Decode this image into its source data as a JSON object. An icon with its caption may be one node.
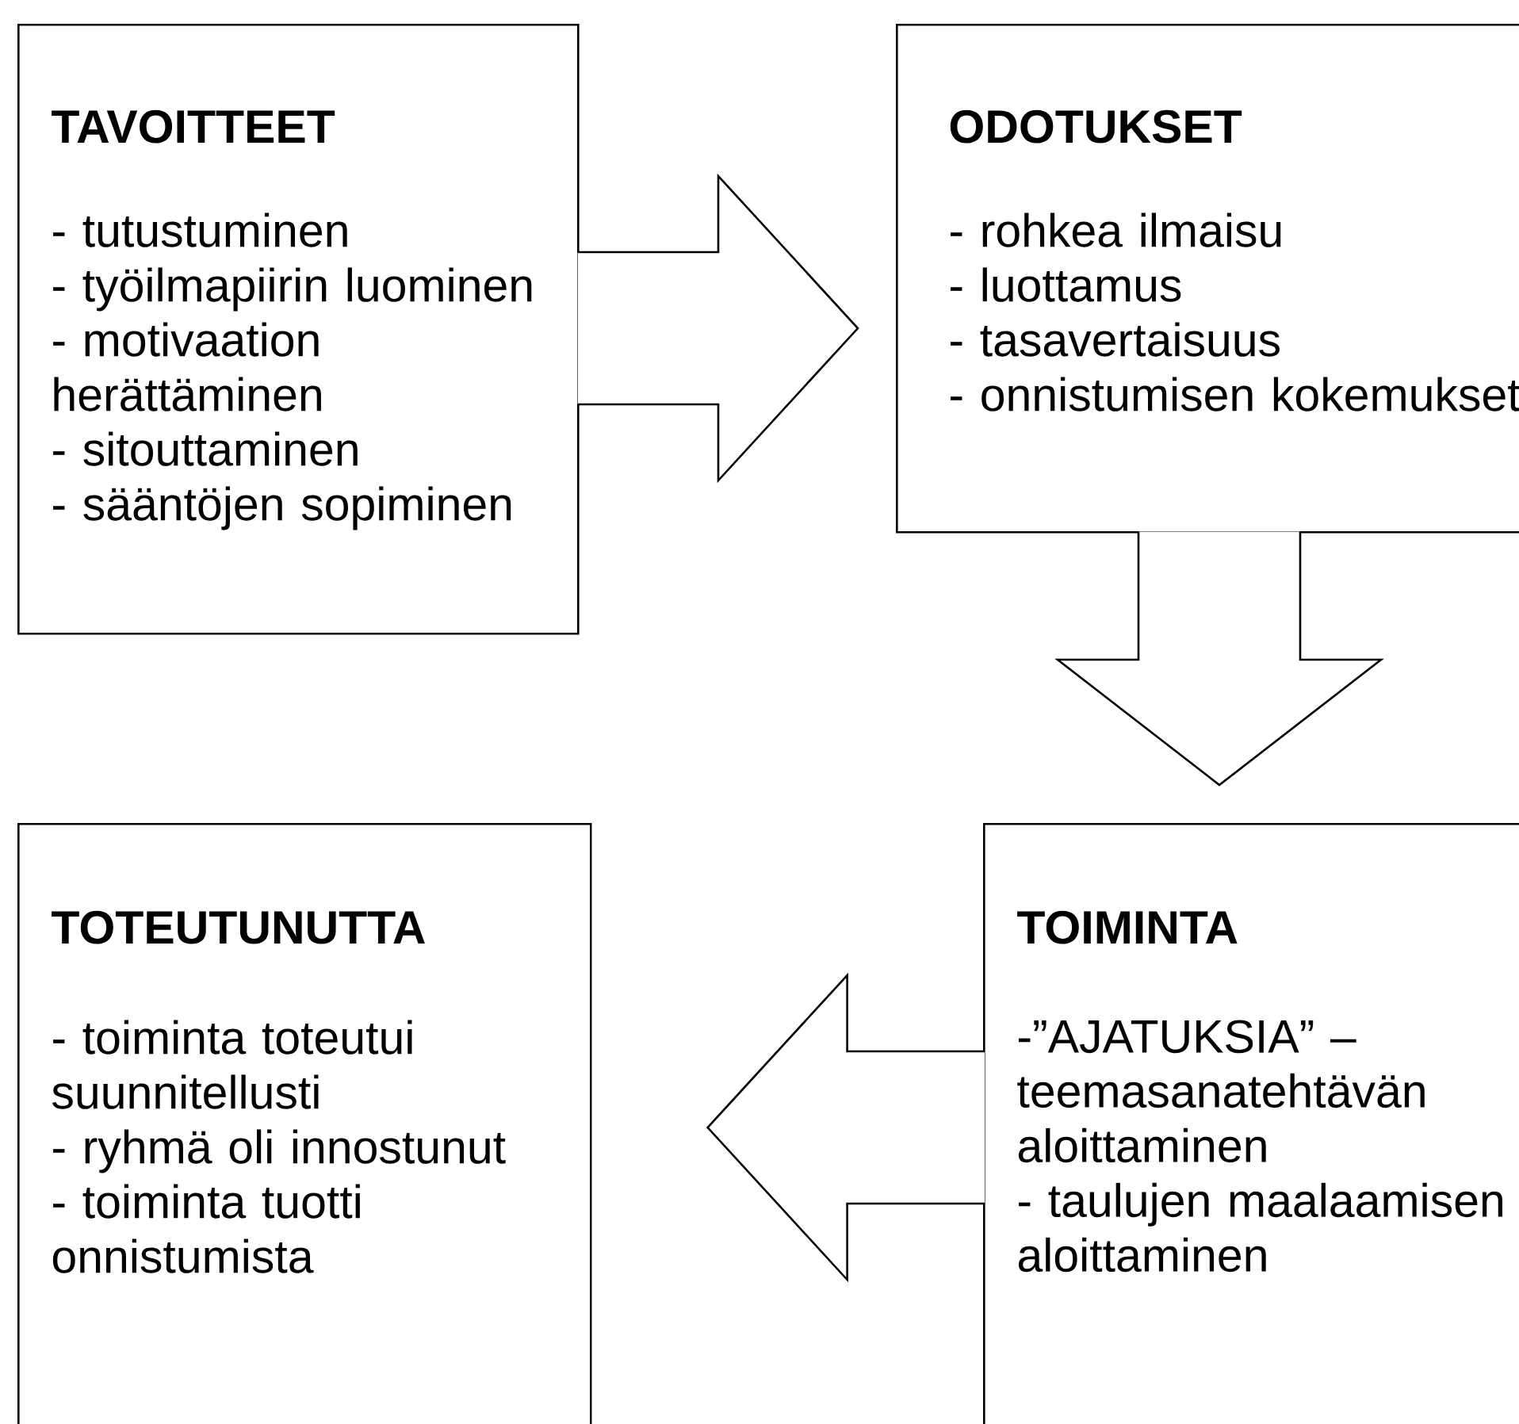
{
  "diagram": {
    "nodes": [
      {
        "text": [
          "TAVOITTEET",
          "- tutustuminen",
          "- työilmapiirin luominen",
          "- motivaation herättäminen",
          "- sitouttaminen",
          "- sääntöjen sopiminen"
        ]
      },
      {
        "text": [
          "ODOTUKSET",
          "- rohkea ilmaisu",
          "- luottamus",
          "- tasavertaisuus",
          "- onnistumisen kokemukset"
        ]
      },
      {
        "text": [
          "TOTEUTUNUTTA",
          "- toiminta toteutui suunnitellusti",
          "- ryhmä oli innostunut",
          "- toiminta tuotti onnistumista"
        ]
      },
      {
        "text": [
          "TOIMINTA",
          "-”AJATUKSIA” – teemasanatehtävän aloittaminen",
          "- taulujen maalaamisen aloittaminen"
        ]
      }
    ],
    "edges": [
      {
        "from": 0,
        "to": 1,
        "arrow": "to"
      },
      {
        "from": 1,
        "to": 3,
        "arrow": "to"
      },
      {
        "from": 3,
        "to": 2,
        "arrow": "to"
      }
    ]
  }
}
